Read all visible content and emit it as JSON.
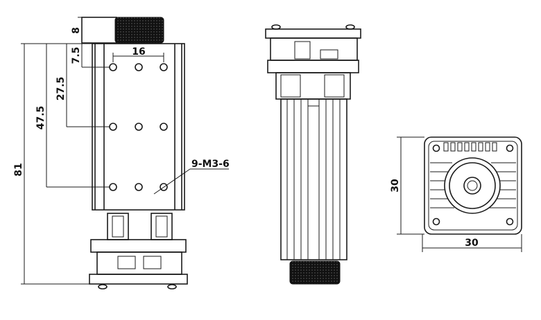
{
  "dimensions": {
    "knob_height": "8",
    "first_row_offset": "7.5",
    "second_row_offset": "27.5",
    "third_row_offset": "47.5",
    "total_length": "81",
    "hole_spacing": "16",
    "thread_callout": "9-M3-6",
    "end_height": "30",
    "end_width": "30"
  },
  "colors": {
    "line": "#1a1a1a",
    "background": "#ffffff"
  }
}
